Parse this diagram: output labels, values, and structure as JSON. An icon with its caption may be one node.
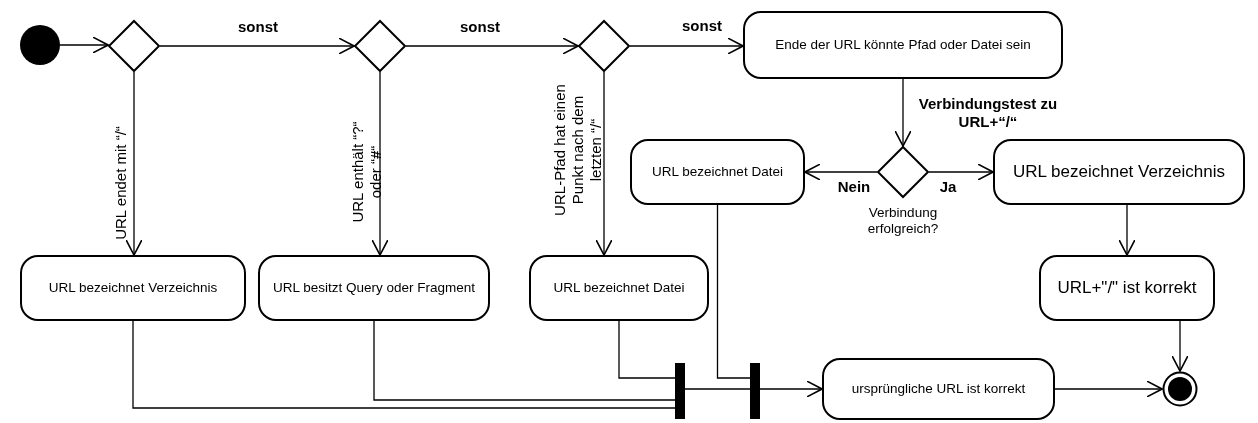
{
  "diagram": {
    "nodes": [
      {
        "text": [],
        "shape": "circle"
      },
      {
        "text": [],
        "shape": "diamond"
      },
      {
        "text": [],
        "shape": "diamond"
      },
      {
        "text": [],
        "shape": "diamond"
      },
      {
        "text": [
          "Ende der URL könnte Pfad oder Datei sein"
        ]
      },
      {
        "text": [],
        "shape": "diamond",
        "beside": [
          "Verbindung erfolgreich?"
        ]
      },
      {
        "text": [
          "URL bezeichnet Datei"
        ]
      },
      {
        "text": [
          "URL bezeichnet Verzeichnis"
        ]
      },
      {
        "text": [
          "URL bezeichnet Verzeichnis"
        ]
      },
      {
        "text": [
          "URL besitzt Query oder Fragment"
        ]
      },
      {
        "text": [
          "URL bezeichnet Datei"
        ]
      },
      {
        "text": [
          "URL+\"/\" ist korrekt"
        ]
      },
      {
        "text": [],
        "shape": "bar"
      },
      {
        "text": [],
        "shape": "bar"
      },
      {
        "text": [
          "ursprüngliche URL ist korrekt"
        ]
      },
      {
        "text": [],
        "shape": "circle"
      }
    ],
    "edges": [
      {
        "from": 0,
        "to": 1,
        "arrow": "to"
      },
      {
        "from": 1,
        "to": 2,
        "arrow": "to",
        "label": "sonst"
      },
      {
        "from": 2,
        "to": 3,
        "arrow": "to",
        "label": "sonst"
      },
      {
        "from": 3,
        "to": 4,
        "arrow": "to",
        "label": "sonst"
      },
      {
        "from": 1,
        "to": 8,
        "arrow": "to",
        "label": "URL endet mit “/“"
      },
      {
        "from": 2,
        "to": 9,
        "arrow": "to",
        "label": "URL enthält “?“ oder “**#**“"
      },
      {
        "from": 3,
        "to": 10,
        "arrow": "to",
        "label": "URL-Pfad hat einen Punkt nach dem letzten “/“"
      },
      {
        "from": 4,
        "to": 5,
        "arrow": "to",
        "label": "**Verbindungstest zu** URL+“/“"
      },
      {
        "from": 5,
        "to": 6,
        "arrow": "to",
        "label": "Nein"
      },
      {
        "from": 5,
        "to": 7,
        "arrow": "to",
        "label": "Ja"
      },
      {
        "from": 7,
        "to": 11,
        "arrow": "to"
      },
      {
        "from": 11,
        "to": 15,
        "arrow": "to"
      },
      {
        "from": 14,
        "to": 15,
        "arrow": "to"
      },
      {
        "from": 8,
        "to": 12,
        "arrow": "none"
      },
      {
        "from": 9,
        "to": 12,
        "arrow": "none"
      },
      {
        "from": 10,
        "to": 12,
        "arrow": "none"
      },
      {
        "from": 6,
        "to": 13,
        "arrow": "none"
      },
      {
        "from": 12,
        "to": 13,
        "arrow": "none"
      },
      {
        "from": 13,
        "to": 14,
        "arrow": "to"
      }
    ]
  }
}
